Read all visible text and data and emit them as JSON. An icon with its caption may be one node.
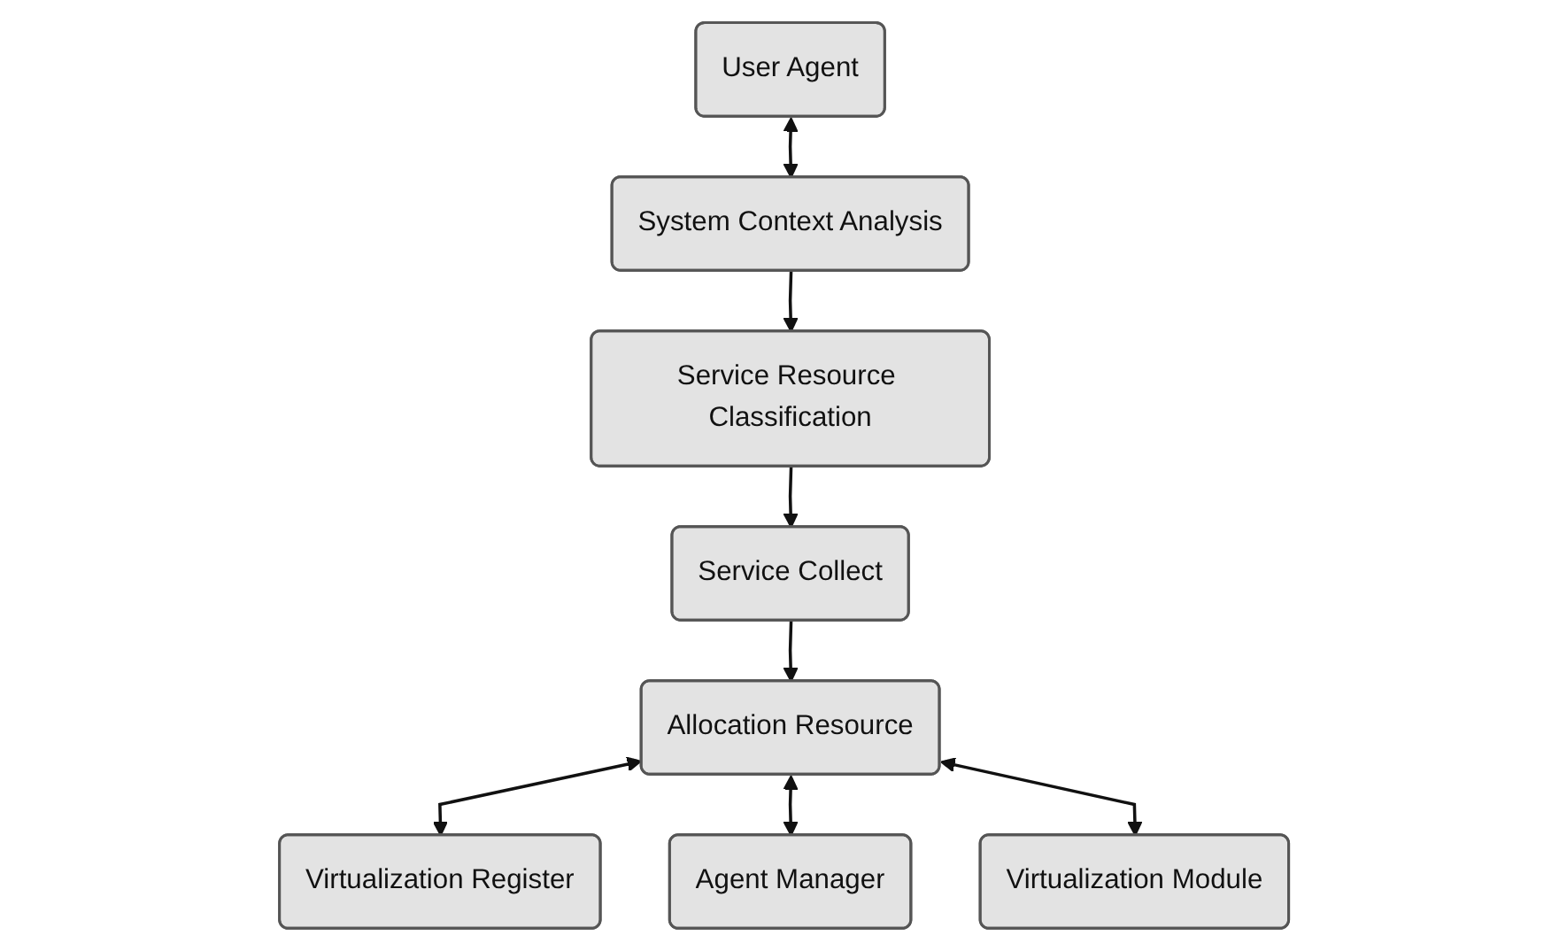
{
  "diagram": {
    "nodes": [
      {
        "text": [
          "User Agent"
        ]
      },
      {
        "text": [
          "System Context Analysis"
        ]
      },
      {
        "text": [
          "Service Resource Classification"
        ]
      },
      {
        "text": [
          "Service Collect"
        ]
      },
      {
        "text": [
          "Virtualization Register"
        ]
      },
      {
        "text": [
          "Allocation Resource"
        ]
      },
      {
        "text": [
          "Agent Manager"
        ]
      },
      {
        "text": [
          "Virtualization Module"
        ]
      }
    ],
    "edges": [
      {
        "from": 0,
        "to": 1,
        "arrow": "both"
      },
      {
        "from": 1,
        "to": 2,
        "arrow": "to"
      },
      {
        "from": 2,
        "to": 3,
        "arrow": "to"
      },
      {
        "from": 3,
        "to": 5,
        "arrow": "to"
      },
      {
        "from": 5,
        "to": 4,
        "arrow": "both"
      },
      {
        "from": 5,
        "to": 6,
        "arrow": "both"
      },
      {
        "from": 5,
        "to": 7,
        "arrow": "both"
      }
    ]
  }
}
